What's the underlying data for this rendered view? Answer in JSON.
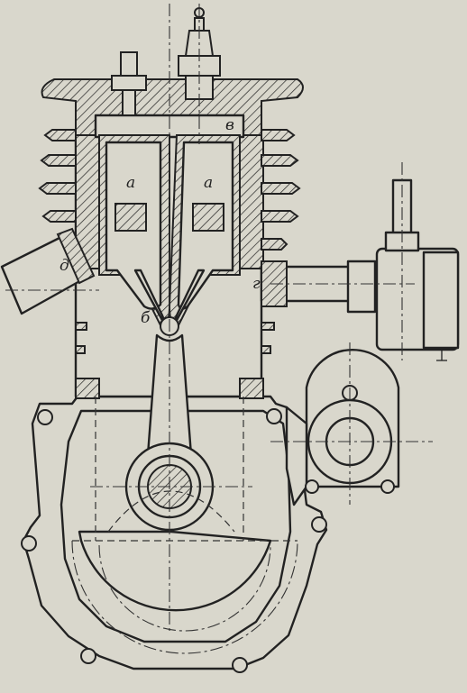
{
  "labels": {
    "valve_left": "а",
    "valve_right": "а",
    "head_chamber": "в",
    "exhaust_port": "д",
    "transfer_channel": "б",
    "carburetor_port": "г"
  },
  "colors": {
    "paper": "#d9d7cc",
    "ink": "#222222"
  }
}
